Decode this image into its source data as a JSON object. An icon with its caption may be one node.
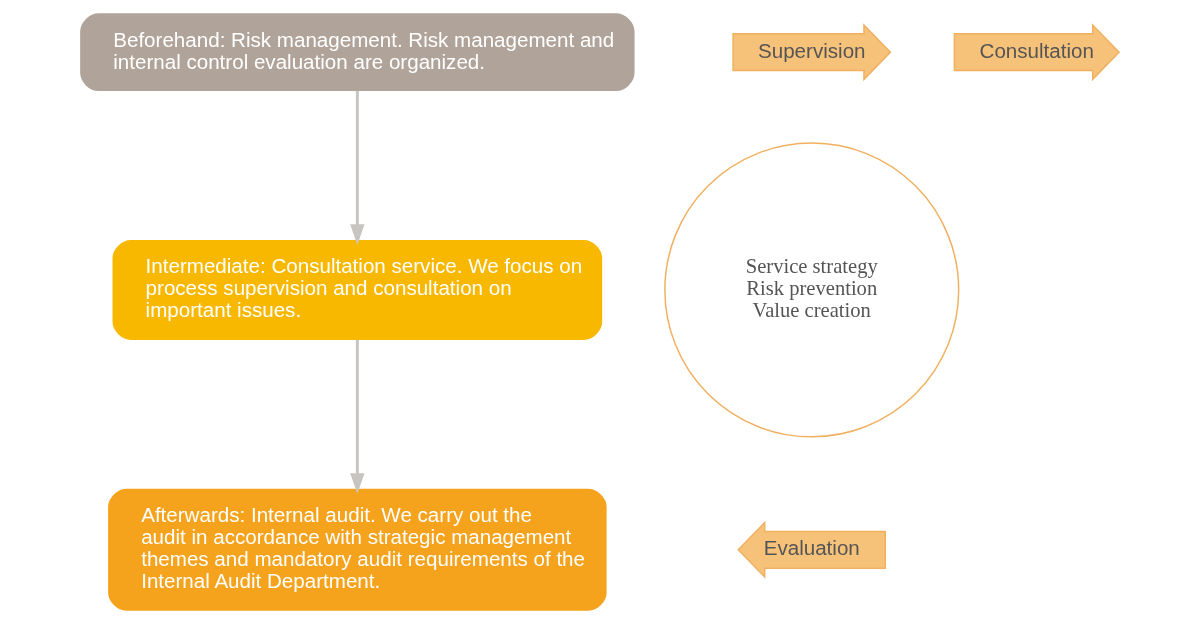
{
  "diagram": {
    "nodes": [
      {
        "text": [
          "Beforehand: Risk management. Risk management and internal control evaluation are organized."
        ]
      },
      {
        "text": [
          "Intermediate: Consultation service. We focus on process supervision and consultation on important issues."
        ]
      },
      {
        "text": [
          "Afterwards: Internal audit. We carry out the audit in accordance with strategic management themes and mandatory audit requirements of the Internal Audit Department."
        ]
      },
      {
        "text": [
          "Supervision"
        ]
      },
      {
        "text": [
          "Consultation"
        ]
      },
      {
        "text": [
          "Evaluation"
        ]
      },
      {
        "text": [
          "Service strategy",
          "Risk prevention",
          "Value creation"
        ]
      }
    ],
    "edges": [
      {
        "from": 0,
        "to": 1,
        "arrow": "to"
      },
      {
        "from": 1,
        "to": 2,
        "arrow": "to"
      }
    ]
  }
}
